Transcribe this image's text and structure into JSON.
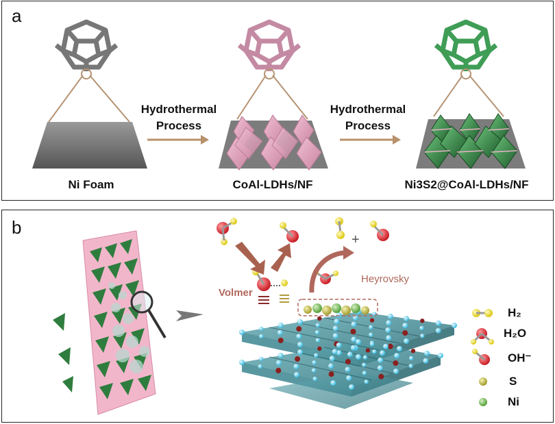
{
  "panel_a": {
    "label": "a",
    "step1_label": "Ni Foam",
    "step2_label": "CoAl-LDHs/NF",
    "step3_label": "Ni3S2@CoAl-LDHs/NF",
    "arrow1_text_line1": "Hydrothermal",
    "arrow1_text_line2": "Process",
    "arrow2_text_line1": "Hydrothermal",
    "arrow2_text_line2": "Process"
  },
  "panel_b": {
    "label": "b",
    "volmer": "Volmer",
    "heyrovsky": "Heyrovsky",
    "plus": "+",
    "legend": [
      {
        "label": "H₂",
        "colors": [
          "#f2e21a",
          "#f2e21a"
        ]
      },
      {
        "label": "H₂O",
        "colors": [
          "#e32020",
          "#f2e21a"
        ]
      },
      {
        "label": "OH⁻",
        "colors": [
          "#e32020",
          "#f2e21a"
        ]
      },
      {
        "label": "S",
        "colors": [
          "#c9c23a"
        ]
      },
      {
        "label": "Ni",
        "colors": [
          "#6ab04c"
        ]
      }
    ]
  },
  "colors": {
    "ni_foam": "#6b6b6b",
    "ldh": "#e3a3bd",
    "ni3s2": "#3c8f4e",
    "arrow": "#b8906a",
    "volmer_arrow": "#b0685c",
    "lattice": "#4ec9e6"
  }
}
